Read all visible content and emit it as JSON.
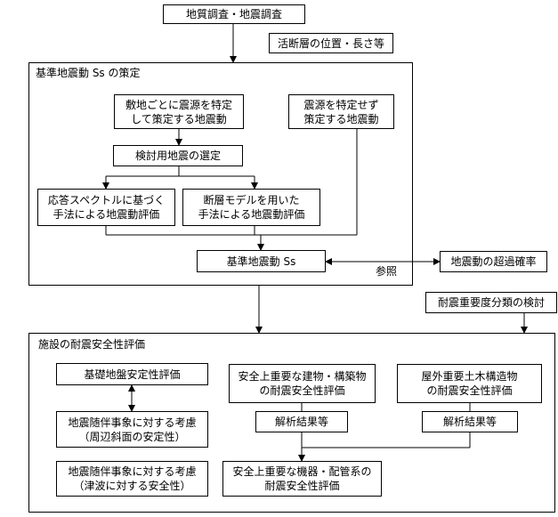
{
  "survey": "地質調査・地震調査",
  "fault_info": "活断層の位置・長さ等",
  "ss_section": {
    "title": "基準地震動 Ss の策定",
    "site_specific": "敷地ごとに震源を特定\nして策定する地震動",
    "non_specific": "震源を特定せず\n策定する地震動",
    "eq_selection": "検討用地震の選定",
    "response_spectrum": "応答スペクトルに基づく\n手法による地震動評価",
    "fault_model": "断層モデルを用いた\n手法による地震動評価",
    "ss": "基準地震動 Ss",
    "reference": "参照"
  },
  "exceedance": "地震動の超過確率",
  "importance_class": "耐震重要度分類の検討",
  "safety_section": {
    "title": "施設の耐震安全性評価",
    "foundation": "基礎地盤安定性評価",
    "slope": "地震随伴事象に対する考慮\n（周辺斜面の安定性）",
    "tsunami": "地震随伴事象に対する考慮\n（津波に対する安全性）",
    "buildings": "安全上重要な建物・構築物\nの耐震安全性評価",
    "analysis_mid": "解析結果等",
    "equipment": "安全上重要な機器・配管系の\n耐震安全性評価",
    "outdoor": "屋外重要土木構造物\nの耐震安全性評価",
    "analysis_right": "解析結果等"
  }
}
